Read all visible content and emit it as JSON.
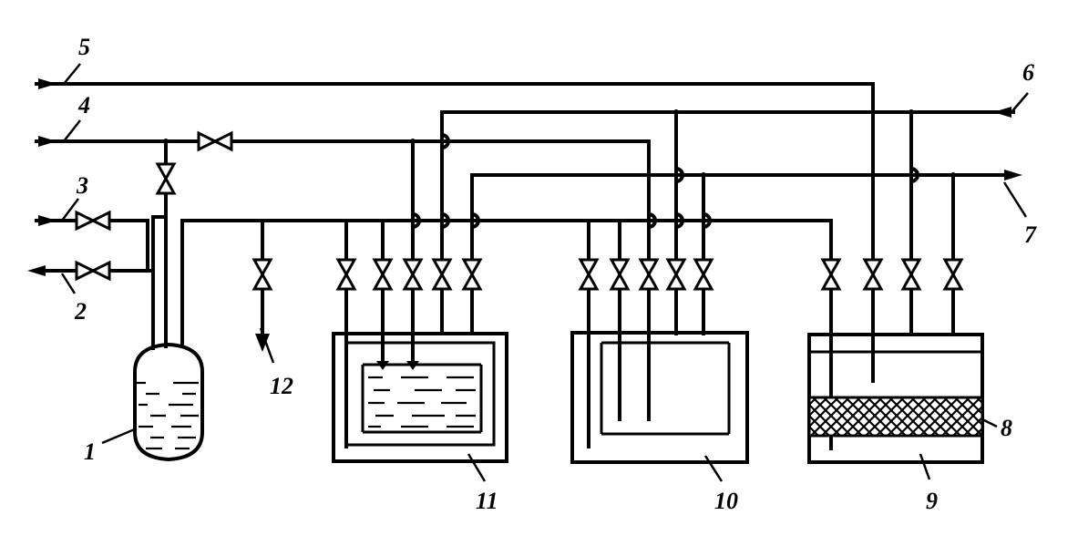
{
  "labels": {
    "n1": "1",
    "n2": "2",
    "n3": "3",
    "n4": "4",
    "n5": "5",
    "n6": "6",
    "n7": "7",
    "n8": "8",
    "n9": "9",
    "n10": "10",
    "n11": "11",
    "n12": "12"
  },
  "colors": {
    "line": "#000000",
    "background": "#ffffff"
  },
  "icons": {
    "valve": "bowtie-valve-icon",
    "junction": "junction-dot-icon",
    "flow": "flow-arrow-icon",
    "packing": "crosshatch-packing"
  }
}
